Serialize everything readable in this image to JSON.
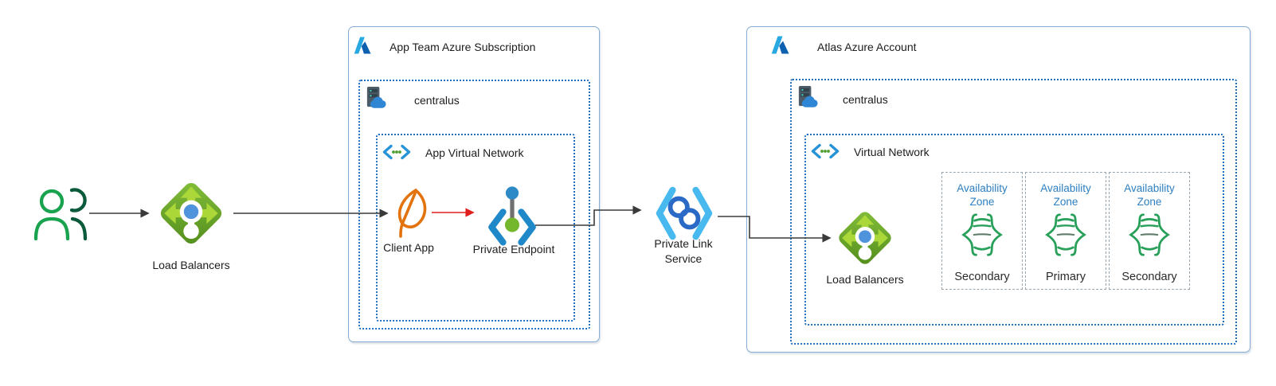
{
  "diagram": {
    "left_flow": {
      "load_balancers_label": "Load Balancers"
    },
    "app_subscription": {
      "title": "App Team Azure Subscription",
      "region_label": "centralus",
      "vnet_label": "App Virtual Network",
      "client_app_label": "Client App",
      "private_endpoint_label": "Private Endpoint"
    },
    "middle": {
      "private_link_service_label": "Private Link Service"
    },
    "atlas_account": {
      "title": "Atlas Azure Account",
      "region_label": "centralus",
      "vnet_label": "Virtual Network",
      "load_balancers_label": "Load Balancers",
      "availability_zones": [
        {
          "title": "Availability Zone",
          "role": "Secondary"
        },
        {
          "title": "Availability Zone",
          "role": "Primary"
        },
        {
          "title": "Availability Zone",
          "role": "Secondary"
        }
      ]
    },
    "colors": {
      "outer_border_blue": "#85add5",
      "dotted_border_blue": "#1f6fbe",
      "zone_dashed_gray": "#9aa6b0",
      "zone_title_blue": "#2d7fc1",
      "connector_black": "#3a3a3a",
      "connector_red": "#e01e1e",
      "lb_green_dark": "#538e1d",
      "lb_green_light": "#83bd3a",
      "lb_arrow_green": "#abd838",
      "lb_dot_blue": "#4f93dd",
      "mongo_green": "#28a05a",
      "users_green_light": "#1aa34f",
      "users_green_dark": "#0b5a3c",
      "leaf_orange": "#e2730e",
      "endpoint_blue": "#1e88c9",
      "endpoint_green": "#74b62c",
      "pls_bracket_blue": "#47b9ee",
      "pls_ring_blue": "#2a69c6"
    }
  }
}
